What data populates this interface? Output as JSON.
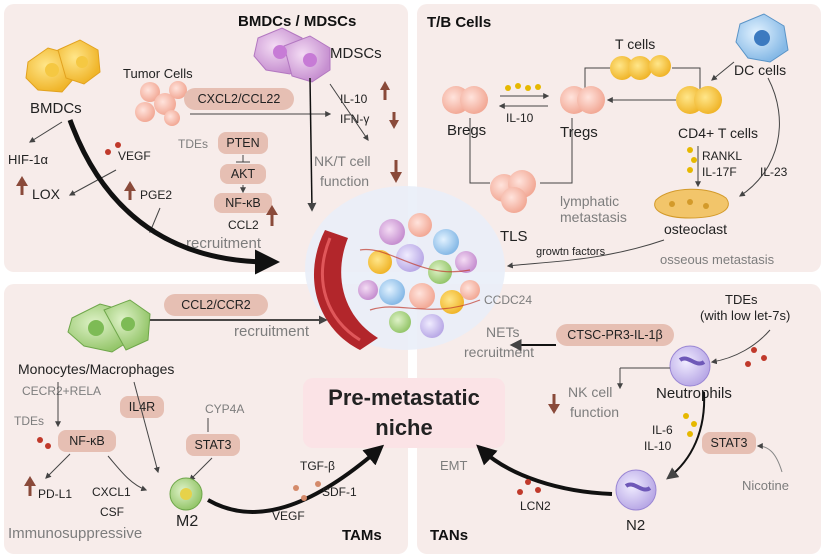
{
  "quadrants": {
    "top_left": {
      "title": "BMDCs / MDSCs"
    },
    "top_right": {
      "title": "T/B Cells"
    },
    "bottom_left": {
      "title": "TAMs"
    },
    "bottom_right": {
      "title": "TANs"
    }
  },
  "center": {
    "title_line1": "Pre-metastatic",
    "title_line2": "niche"
  },
  "top_left": {
    "bmdcs": "BMDCs",
    "tumor_cells": "Tumor Cells",
    "mdscs": "MDSCs",
    "cxcl2_ccl22": "CXCL2/CCL22",
    "hif1a": "HIF-1α",
    "lox": "LOX",
    "vegf": "VEGF",
    "pge2": "PGE2",
    "tdes": "TDEs",
    "pten": "PTEN",
    "akt": "AKT",
    "nfkb": "NF-κB",
    "ccl2": "CCL2",
    "recruitment": "recruitment",
    "il10": "IL-10",
    "ifng": "IFN-γ",
    "nkt_function_1": "NK/T cell",
    "nkt_function_2": "function"
  },
  "top_right": {
    "t_cells": "T cells",
    "dc_cells": "DC cells",
    "bregs": "Bregs",
    "il10": "IL-10",
    "tregs": "Tregs",
    "cd4": "CD4+ T cells",
    "rankl": "RANKL",
    "il17f": "IL-17F",
    "il23": "IL-23",
    "tls": "TLS",
    "lymphatic_1": "lymphatic",
    "lymphatic_2": "metastasis",
    "osteoclast": "osteoclast",
    "growth_factors": "growtn factors",
    "osseous": "osseous metastasis"
  },
  "bottom_left": {
    "ccl2_ccr2": "CCL2/CCR2",
    "recruitment": "recruitment",
    "mono_macro": "Monocytes/Macrophages",
    "cecr2_rela": "CECR2+RELA",
    "il4r": "IL4R",
    "cyp4a": "CYP4A",
    "tdes": "TDEs",
    "nfkb": "NF-κB",
    "stat3": "STAT3",
    "pdl1": "PD-L1",
    "cxcl1": "CXCL1",
    "csf": "CSF",
    "m2": "M2",
    "immunosuppressive": "Immunosuppressive",
    "tgfb": "TGF-β",
    "sdf1": "SDF-1",
    "vegf": "VEGF"
  },
  "bottom_right": {
    "ccdc24": "CCDC24",
    "nets": "NETs",
    "recruitment": "recruitment",
    "ctsc": "CTSC-PR3-IL-1β",
    "tdes_1": "TDEs",
    "tdes_2": "(with low let-7s)",
    "neutrophils": "Neutrophils",
    "nk_1": "NK cell",
    "nk_2": "function",
    "il6": "IL-6",
    "il10": "IL-10",
    "stat3": "STAT3",
    "emt": "EMT",
    "nicotine": "Nicotine",
    "lcn2": "LCN2",
    "n2": "N2"
  },
  "colors": {
    "panel_bg": "#f7ecea",
    "pill": "#e6bfb3",
    "arrow_up": "#8a4a3a",
    "gray_text": "#7d7d7d",
    "center_label_bg": "#fbe3e6"
  }
}
